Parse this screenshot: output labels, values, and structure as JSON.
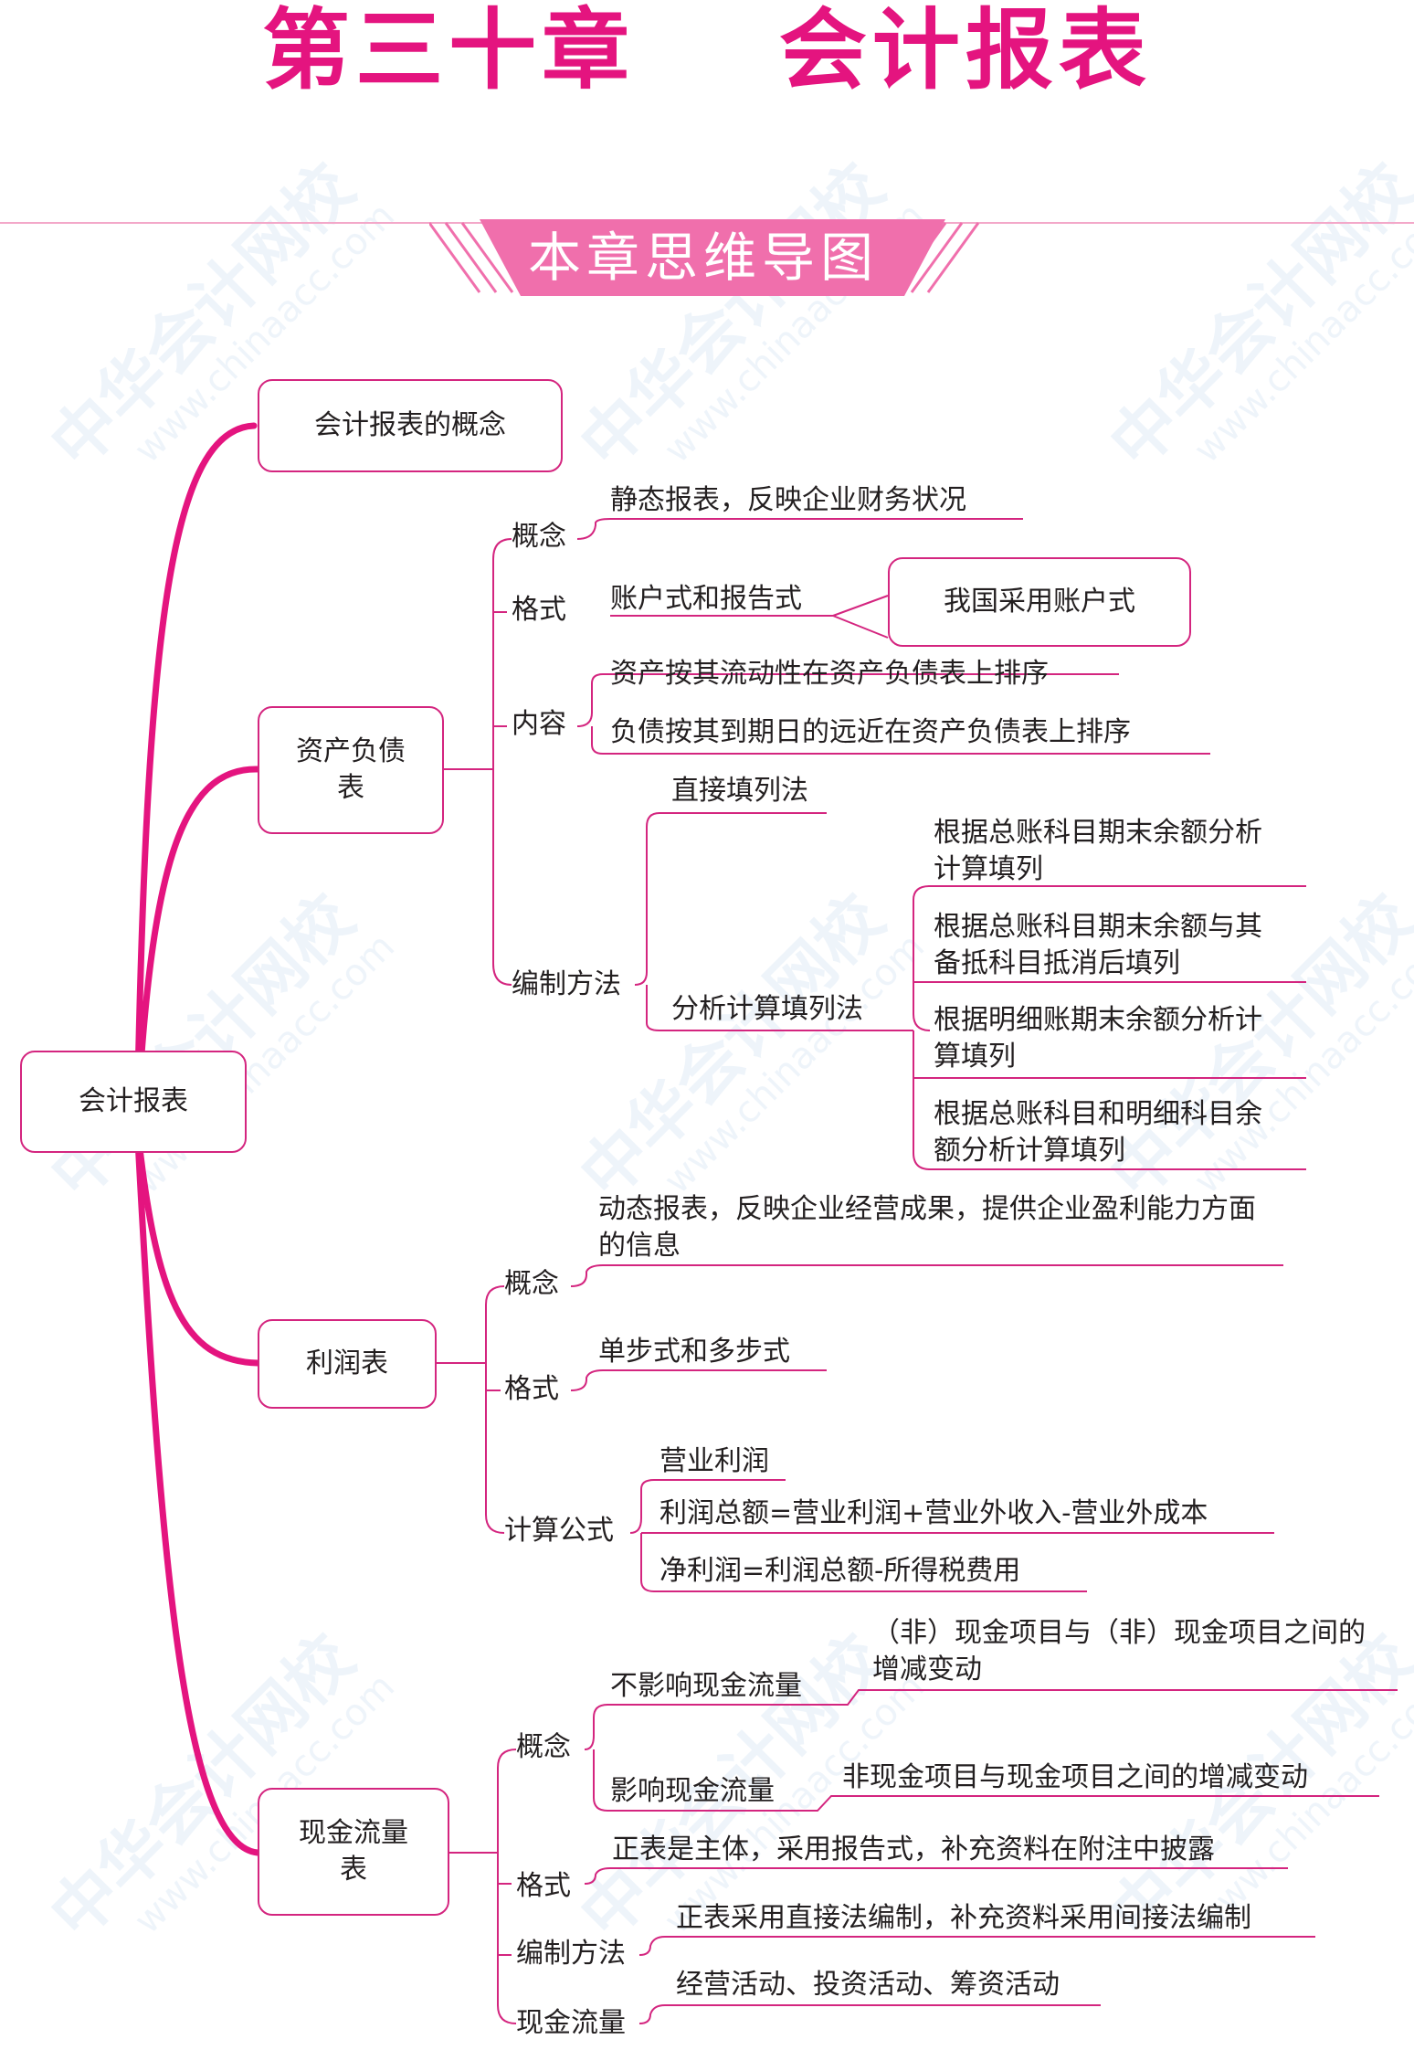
{
  "title": "第三十章    会计报表",
  "banner": "本章思维导图",
  "watermark": {
    "brand": "中华会计网校",
    "url": "www.chinaacc.com"
  },
  "root": "会计报表",
  "concept_node": "会计报表的概念",
  "balance_sheet": {
    "label": "资产负债表",
    "concept": {
      "label": "概念",
      "items": [
        "静态报表，反映企业财务状况"
      ]
    },
    "format": {
      "label": "格式",
      "items": [
        "账户式和报告式"
      ],
      "note": "我国采用账户式"
    },
    "content": {
      "label": "内容",
      "items": [
        "资产按其流动性在资产负债表上排序",
        "负债按其到期日的远近在资产负债表上排序"
      ]
    },
    "method": {
      "label": "编制方法",
      "direct": "直接填列法",
      "analysis": "分析计算填列法",
      "analysis_items": [
        "根据总账科目期末余额分析计算填列",
        "根据总账科目期末余额与其备抵科目抵消后填列",
        "根据明细账期末余额分析计算填列",
        "根据总账科目和明细科目余额分析计算填列"
      ]
    }
  },
  "income_statement": {
    "label": "利润表",
    "concept": {
      "label": "概念",
      "items": [
        "动态报表，反映企业经营成果，提供企业盈利能力方面的信息"
      ]
    },
    "format": {
      "label": "格式",
      "items": [
        "单步式和多步式"
      ]
    },
    "formula": {
      "label": "计算公式",
      "items": [
        "营业利润",
        "利润总额=营业利润+营业外收入-营业外成本",
        "净利润=利润总额-所得税费用"
      ]
    }
  },
  "cash_flow": {
    "label": "现金流量表",
    "concept": {
      "label": "概念",
      "no_effect": "不影响现金流量",
      "no_effect_note": "（非）现金项目与（非）现金项目之间的增减变动",
      "effect": "影响现金流量",
      "effect_note": "非现金项目与现金项目之间的增减变动"
    },
    "format": {
      "label": "格式",
      "items": [
        "正表是主体，采用报告式，补充资料在附注中披露"
      ]
    },
    "method": {
      "label": "编制方法",
      "items": [
        "正表采用直接法编制，补充资料采用间接法编制"
      ]
    },
    "flows": {
      "label": "现金流量",
      "items": [
        "经营活动、投资活动、筹资活动"
      ]
    }
  },
  "colors": {
    "accent": "#e4147f",
    "box_border": "#d4257f",
    "line": "#d4257f",
    "banner": "#f06fac"
  }
}
